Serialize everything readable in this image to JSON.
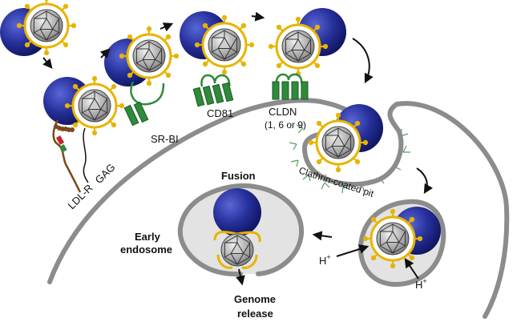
{
  "labels": {
    "ldlr": "LDL-R",
    "gag": "GAG",
    "srbi": "SR-BI",
    "cd81": "CD81",
    "cldn": "CLDN",
    "cldn_sub": "(1, 6 or 9)",
    "clathrin": "Clathrin-coated pit",
    "fusion": "Fusion",
    "early_1": "Early",
    "early_2": "endosome",
    "genome_1": "Genome",
    "genome_2": "release",
    "proton": "H",
    "proton_sup": "+"
  },
  "colors": {
    "lipo_blue": "#1f2a8c",
    "capsid_grey": "#9a9a9a",
    "envelope_gold": "#e8b400",
    "membrane_grey": "#8c8c8c",
    "receptor_green": "#2f8a3a",
    "ldlr_red": "#c0282e",
    "gag_brown": "#7a4a1a",
    "clathrin_green": "#5a9a60",
    "endosome_fill": "#e3e3e3"
  }
}
